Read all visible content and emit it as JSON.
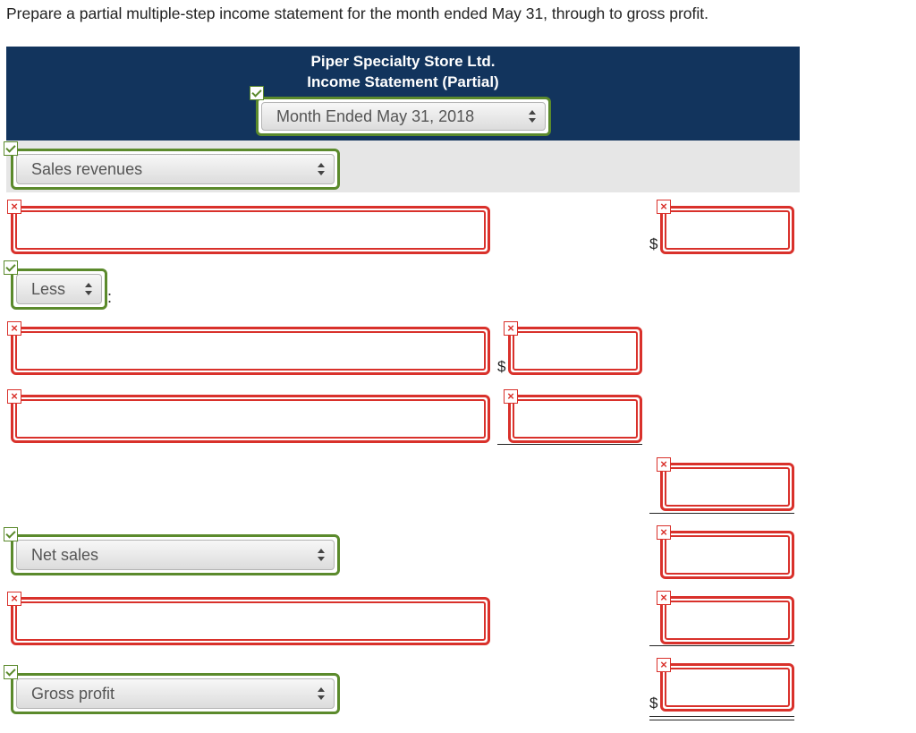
{
  "instruction": "Prepare a partial multiple-step income statement for the month ended May 31, through to gross profit.",
  "header": {
    "company": "Piper Specialty Store Ltd.",
    "statement": "Income Statement (Partial)",
    "period_select": "Month Ended May 31, 2018"
  },
  "rows": {
    "sales_revenues_select": "Sales revenues",
    "less_select": "Less",
    "less_colon": ":",
    "net_sales_select": "Net sales",
    "gross_profit_select": "Gross profit"
  },
  "symbols": {
    "dollar": "$",
    "error_mark": "×"
  },
  "colors": {
    "header_bg": "#12345d",
    "band_bg": "#e6e6e6",
    "correct_green": "#5b8a2c",
    "incorrect_red": "#d9312b"
  }
}
